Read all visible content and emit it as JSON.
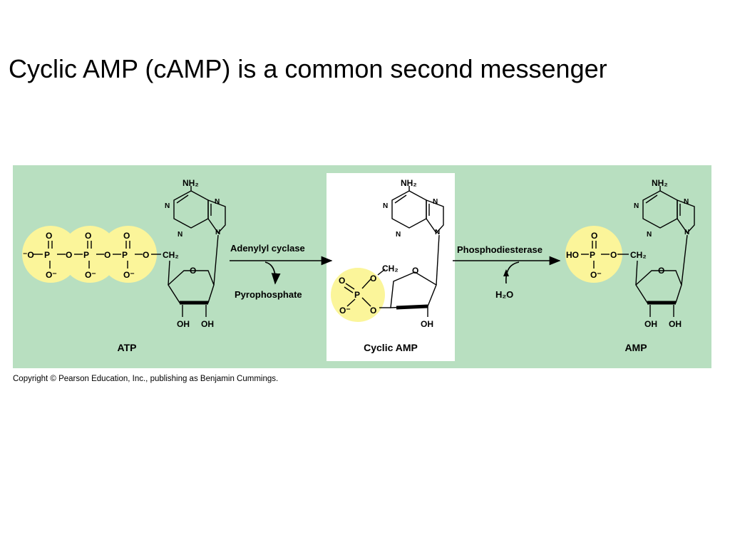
{
  "slide": {
    "title": "Cyclic AMP (cAMP) is a common second messenger",
    "copyright": "Copyright © Pearson Education, Inc., publishing as Benjamin Cummings."
  },
  "diagram": {
    "colors": {
      "panel": "#b8dfc0",
      "phosphate_highlight": "#fbf59a",
      "center_box": "#ffffff"
    },
    "atp": {
      "name": "ATP"
    },
    "camp": {
      "name": "Cyclic AMP"
    },
    "amp": {
      "name": "AMP"
    },
    "step1": {
      "enzyme": "Adenylyl cyclase",
      "byproduct": "Pyrophosphate"
    },
    "step2": {
      "enzyme": "Phosphodiesterase",
      "reactant": "H₂O"
    },
    "atoms": {
      "NH2": "NH₂",
      "N": "N",
      "O": "O",
      "P": "P",
      "OH": "OH",
      "HO": "HO",
      "CH2": "CH₂",
      "O_minus": "O⁻",
      "minus_O": "⁻O"
    }
  }
}
